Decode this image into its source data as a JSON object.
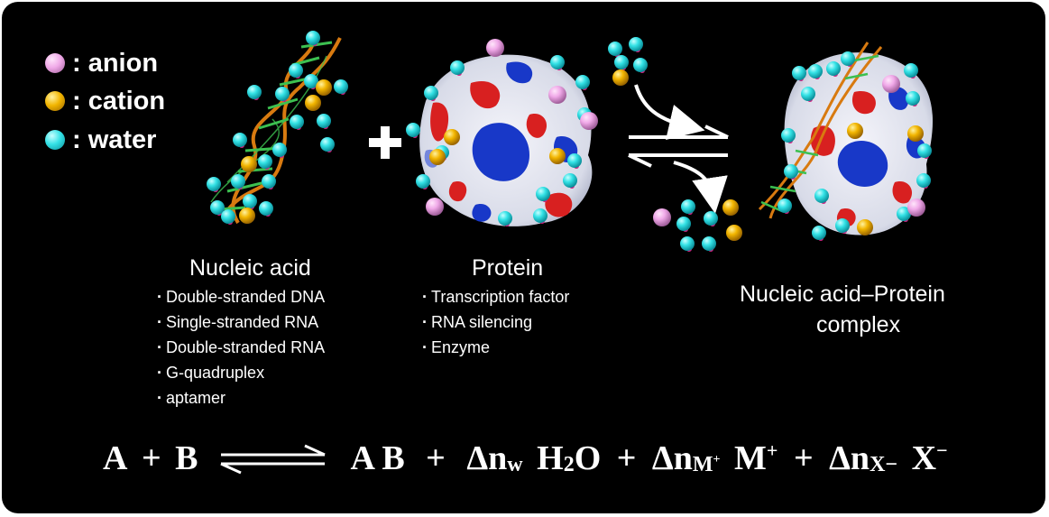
{
  "legend": {
    "items": [
      {
        "label": ": anion",
        "color": "#f0a9e8"
      },
      {
        "label": ": cation",
        "color": "#f2b500"
      },
      {
        "label": ": water",
        "color": "#34e2e6"
      }
    ]
  },
  "plus_symbol": "+",
  "nucleic_acid": {
    "title": "Nucleic acid",
    "items": [
      "Double-stranded DNA",
      "Single-stranded RNA",
      "Double-stranded RNA",
      "G-quadruplex",
      "aptamer"
    ]
  },
  "protein": {
    "title": "Protein",
    "items": [
      "Transcription factor",
      "RNA silencing",
      "Enzyme"
    ]
  },
  "complex": {
    "title_line1": "Nucleic acid–Protein",
    "title_line2": "complex"
  },
  "equation": {
    "a": "A",
    "plus": "+",
    "b": "B",
    "ab": "A B",
    "delta_n": "Δn",
    "sub_w": "w",
    "water": "H",
    "water_sub": "2",
    "water_end": "O",
    "sub_m": "M",
    "sub_m_sup": "+",
    "cation": "M",
    "cation_charge": "+",
    "sub_x": "X−",
    "anion": "X",
    "anion_charge": "−"
  },
  "colors": {
    "background": "#000000",
    "anion": "#f0a9e8",
    "cation": "#f2b500",
    "water": "#34e2e6",
    "dna_strand": "#d87a10",
    "dna_backbone": "#3cc050",
    "protein_red": "#d82020",
    "protein_blue": "#1838c8",
    "protein_white": "#e8e8f0"
  }
}
